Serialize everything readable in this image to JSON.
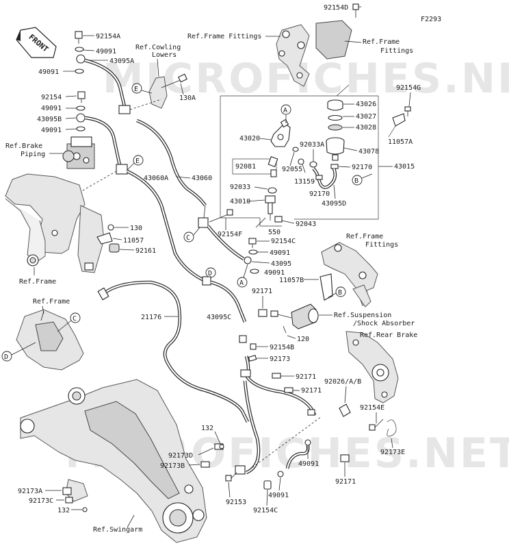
{
  "figure_code": "F2293",
  "watermark": "MICROFICHES.NET",
  "front_arrow_text": "FRONT",
  "refs": {
    "frame_fittings_top": "Ref.Frame Fittings",
    "frame_fittings_right_1": "Ref.Frame",
    "frame_fittings_right_2": "Fittings",
    "cowling_1": "Ref.Cowling",
    "cowling_2": "Lowers",
    "brake_piping_1": "Ref.Brake",
    "brake_piping_2": "Piping",
    "frame_left": "Ref.Frame",
    "frame_mid": "Ref.Frame",
    "frame_fittings_mid_1": "Ref.Frame",
    "frame_fittings_mid_2": "Fittings",
    "suspension_1": "Ref.Suspension",
    "suspension_2": "/Shock Absorber",
    "rear_brake": "Ref.Rear Brake",
    "swingarm": "Ref.Swingarm"
  },
  "parts": {
    "p92154D": "92154D",
    "p92154A": "92154A",
    "p49091_a": "49091",
    "p43095A": "43095A",
    "p49091_b": "49091",
    "p130A": "130A",
    "p92154": "92154",
    "p49091_c": "49091",
    "p43095B": "43095B",
    "p49091_d": "49091",
    "p92154G": "92154G",
    "p43026": "43026",
    "p43027": "43027",
    "p43028": "43028",
    "p11057A": "11057A",
    "p43020": "43020",
    "p92033A": "92033A",
    "p43078": "43078",
    "p92081": "92081",
    "p92055": "92055",
    "p92170_a": "92170",
    "p43015": "43015",
    "p13159": "13159",
    "p92033": "92033",
    "p92170_b": "92170",
    "p43095D": "43095D",
    "p43060A": "43060A",
    "p43060": "43060",
    "p43010": "43010",
    "p92043": "92043",
    "p130": "130",
    "p11057": "11057",
    "p92161": "92161",
    "p550": "550",
    "p92154F": "92154F",
    "p92154C_a": "92154C",
    "p49091_e": "49091",
    "p43095": "43095",
    "p49091_f": "49091",
    "p11057B": "11057B",
    "p92171_a": "92171",
    "p21176": "21176",
    "p43095C": "43095C",
    "p120": "120",
    "p92154B": "92154B",
    "p92173": "92173",
    "p92171_b": "92171",
    "p92026": "92026/A/B",
    "p92171_c": "92171",
    "p92154E": "92154E",
    "p132_a": "132",
    "p92173D": "92173D",
    "p92173B": "92173B",
    "p92173E": "92173E",
    "p49091_g": "49091",
    "p92171_d": "92171",
    "p92173A": "92173A",
    "p92173C": "92173C",
    "p92153": "92153",
    "p49091_h": "49091",
    "p132_b": "132",
    "p92154C_b": "92154C"
  },
  "callouts": {
    "A": "A",
    "B": "B",
    "C": "C",
    "D": "D",
    "E": "E"
  }
}
